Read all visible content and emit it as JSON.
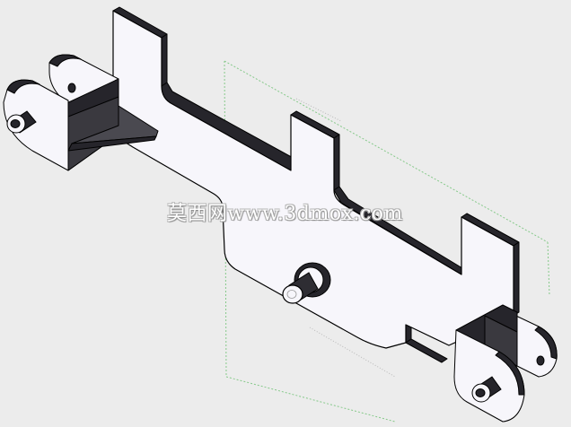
{
  "watermark": {
    "text": "莫西网www.3dmox.com"
  },
  "colors": {
    "background": "#ececec",
    "face": "#f7f6fb",
    "dark": "#26252b",
    "mid": "#4a4950",
    "outline": "#000000",
    "guide": "#86c98a"
  },
  "parts": [
    "flat-plate",
    "left-bracket",
    "right-bracket",
    "center-pin",
    "left-pin",
    "right-pin",
    "reference-plane"
  ]
}
